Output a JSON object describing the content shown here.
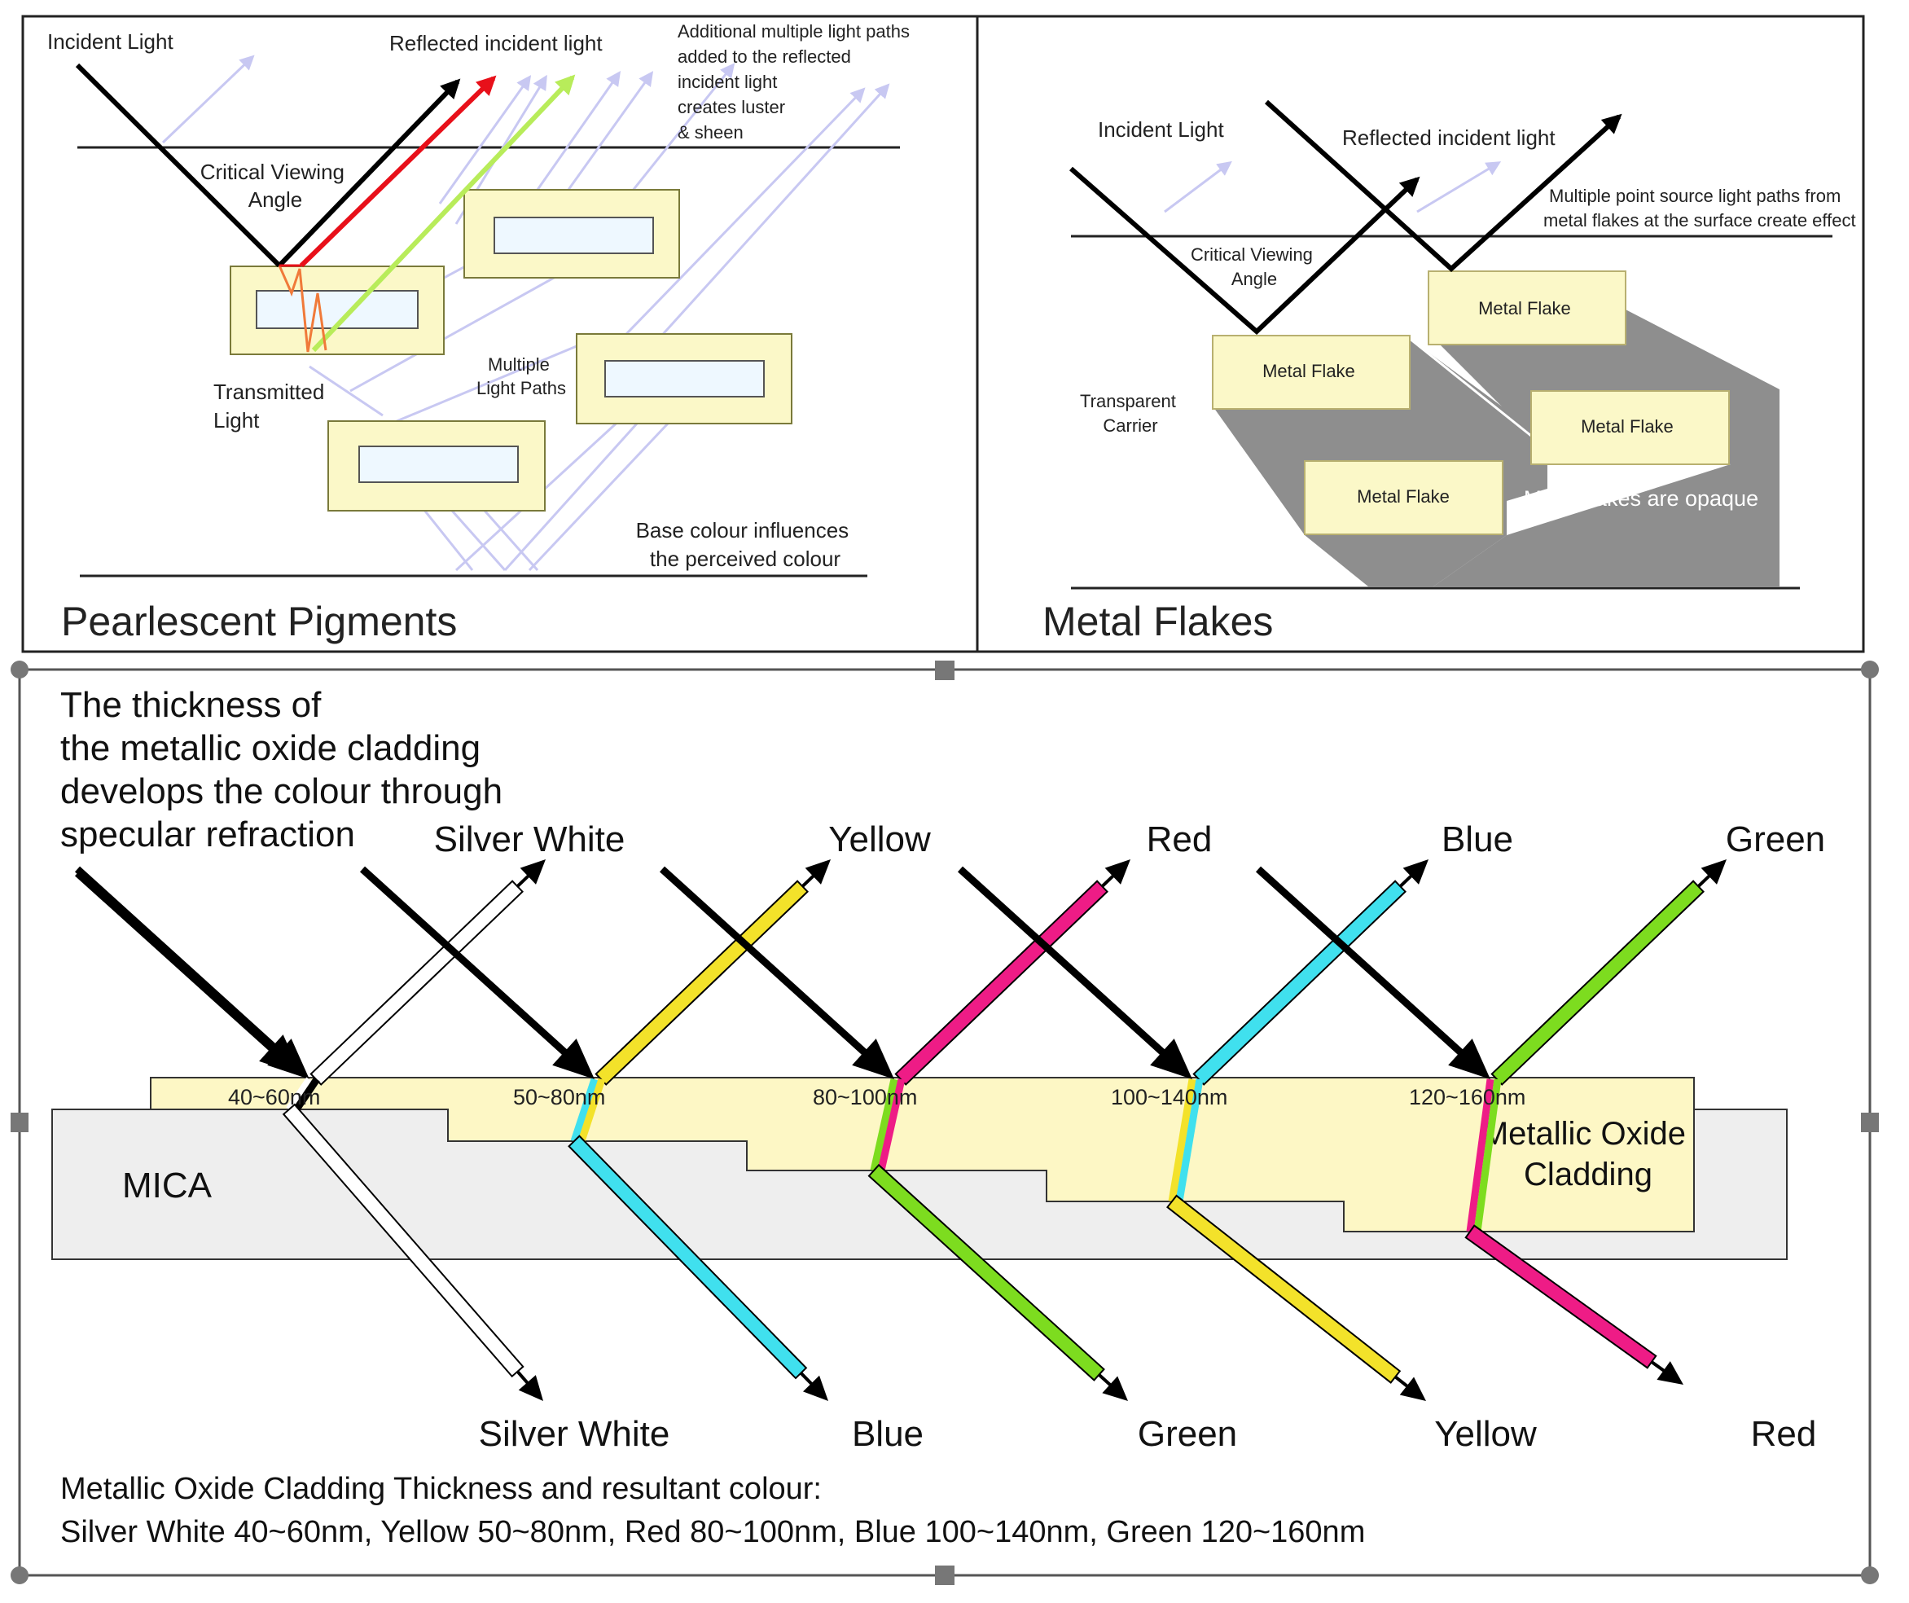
{
  "pearlescent": {
    "title": "Pearlescent Pigments",
    "incident_label": "Incident Light",
    "reflected_label": "Reflected incident light",
    "additional_paths": [
      "Additional multiple light paths",
      "added to the reflected",
      "incident light",
      "creates luster",
      "& sheen"
    ],
    "critical_angle": [
      "Critical Viewing",
      "Angle"
    ],
    "transmitted": [
      "Transmitted",
      "Light"
    ],
    "multiple_paths": [
      "Multiple",
      "Light Paths"
    ],
    "base_colour": [
      "Base colour influences",
      "the perceived colour"
    ]
  },
  "metal": {
    "title": "Metal Flakes",
    "incident_label": "Incident Light",
    "reflected_label": "Reflected incident light",
    "point_source": [
      "Multiple point source light paths from",
      "metal flakes at the surface create effect"
    ],
    "critical_angle": [
      "Critical Viewing",
      "Angle"
    ],
    "carrier": [
      "Transparent",
      "Carrier"
    ],
    "flake_label": "Metal Flake",
    "opaque_note": "Metal flakes are opaque"
  },
  "cladding": {
    "intro": [
      "The thickness of",
      "the metallic oxide cladding",
      "develops the colour through",
      "specular refraction"
    ],
    "mica_label": "MICA",
    "oxide_label": [
      "Metallic Oxide",
      "Cladding"
    ],
    "thickness_labels": [
      "40~60nm",
      "50~80nm",
      "80~100nm",
      "100~140nm",
      "120~160nm"
    ],
    "reflected_colours": [
      "Silver White",
      "Yellow",
      "Red",
      "Blue",
      "Green"
    ],
    "transmitted_colours": [
      "Silver White",
      "Blue",
      "Green",
      "Yellow",
      "Red"
    ],
    "summary": [
      "Metallic Oxide Cladding Thickness and resultant colour:",
      "Silver White 40~60nm, Yellow 50~80nm, Red 80~100nm, Blue 100~140nm, Green 120~160nm"
    ]
  },
  "colors": {
    "flake_fill": "#fbf8c8",
    "oxide_fill": "#fdf7c5",
    "mica_fill": "#eeeeee",
    "silver_white": "#ffffff",
    "yellow": "#f3e22a",
    "red": "#ee1c86",
    "blue": "#40e0ee",
    "green": "#7ddc1f",
    "ghost_path": "#c8c8f2"
  }
}
